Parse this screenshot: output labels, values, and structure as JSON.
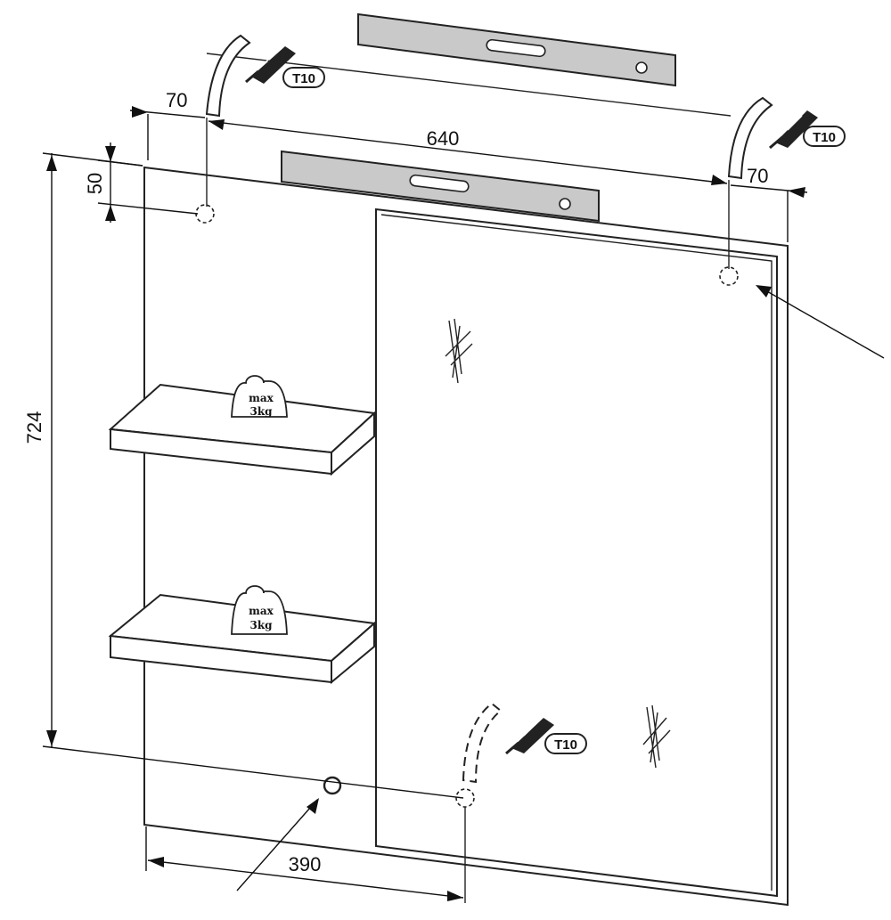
{
  "dimensions": {
    "top_left_offset": "70",
    "top_right_offset": "70",
    "top_span": "640",
    "hole_drop": "50",
    "height": "724",
    "bottom_span": "390"
  },
  "weight_tags": [
    {
      "line1": "max",
      "line2": "3kg"
    },
    {
      "line1": "max",
      "line2": "3kg"
    }
  ],
  "tool_labels": [
    "T10",
    "T10",
    "T10"
  ]
}
